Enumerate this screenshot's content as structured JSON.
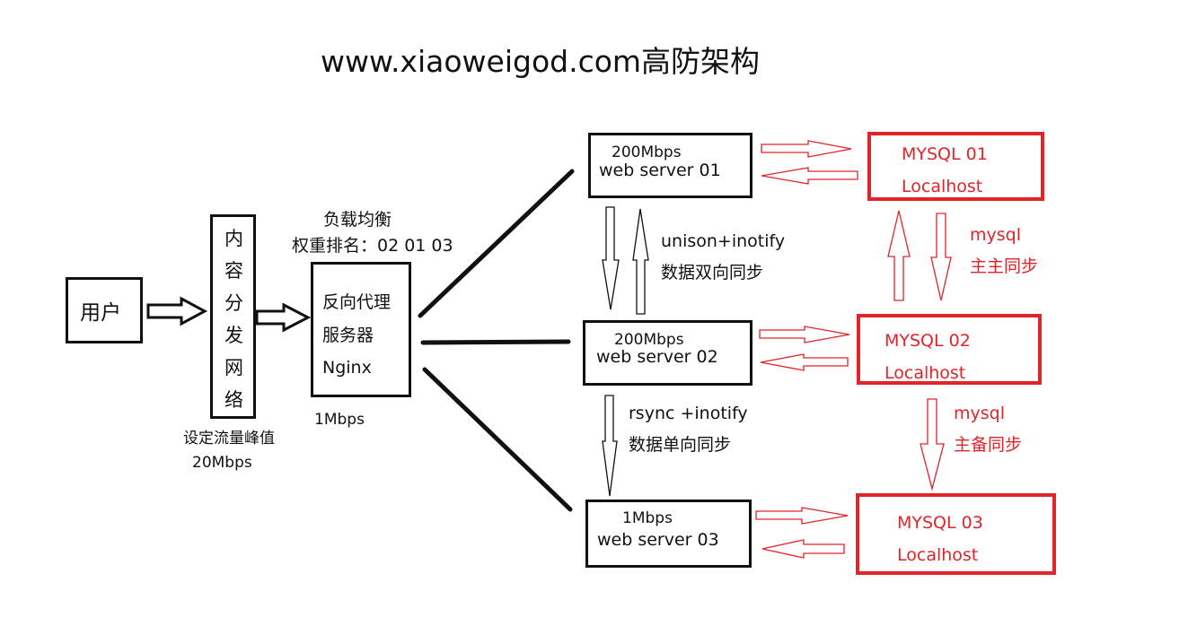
{
  "title": "www.xiaoweigod.com高防架构",
  "user": {
    "label": "用户"
  },
  "cdn": {
    "chars": [
      "内",
      "容",
      "分",
      "发",
      "网",
      "络"
    ],
    "note_line1": "设定流量峰值",
    "note_line2": "20Mbps"
  },
  "load_balancer": {
    "header_line1": "负载均衡",
    "header_line2": "权重排名：02 01 03",
    "line1": "反向代理",
    "line2": "服务器",
    "line3": "Nginx",
    "bandwidth": "1Mbps"
  },
  "web_servers": [
    {
      "bandwidth": "200Mbps",
      "name": "web server 01"
    },
    {
      "bandwidth": "200Mbps",
      "name": "web server 02"
    },
    {
      "bandwidth": "1Mbps",
      "name": "web server 03"
    }
  ],
  "sync_web_01_02": {
    "line1": "unison+inotify",
    "line2": "数据双向同步"
  },
  "sync_web_02_03": {
    "line1": "rsync +inotify",
    "line2": "数据单向同步"
  },
  "databases": [
    {
      "name": "MYSQL 01",
      "host": "Localhost"
    },
    {
      "name": "MYSQL 02",
      "host": "Localhost"
    },
    {
      "name": "MYSQL 03",
      "host": "Localhost"
    }
  ],
  "sync_db_01_02": {
    "line1": "mysql",
    "line2": "主主同步"
  },
  "sync_db_02_03": {
    "line1": "mysql",
    "line2": "主备同步"
  },
  "colors": {
    "ink": "#111111",
    "accent_red": "#e0242a"
  }
}
